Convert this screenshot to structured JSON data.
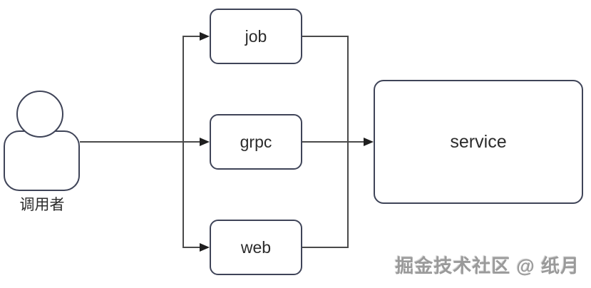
{
  "diagram": {
    "actor": {
      "label": "调用者"
    },
    "nodes": [
      {
        "id": "job",
        "label": "job"
      },
      {
        "id": "grpc",
        "label": "grpc"
      },
      {
        "id": "web",
        "label": "web"
      },
      {
        "id": "service",
        "label": "service"
      }
    ],
    "edges": [
      {
        "from": "调用者",
        "to": "job"
      },
      {
        "from": "调用者",
        "to": "grpc"
      },
      {
        "from": "调用者",
        "to": "web"
      },
      {
        "from": "job",
        "to": "service"
      },
      {
        "from": "grpc",
        "to": "service"
      },
      {
        "from": "web",
        "to": "service"
      }
    ],
    "watermark": "掘金技术社区 @ 纸月",
    "colors": {
      "background": "#ffffff",
      "node_border": "#3f4458",
      "line": "#4a4a4a",
      "arrow": "#1f1f1f",
      "text": "#2b2b2b",
      "watermark": "#9a9a9a"
    }
  }
}
